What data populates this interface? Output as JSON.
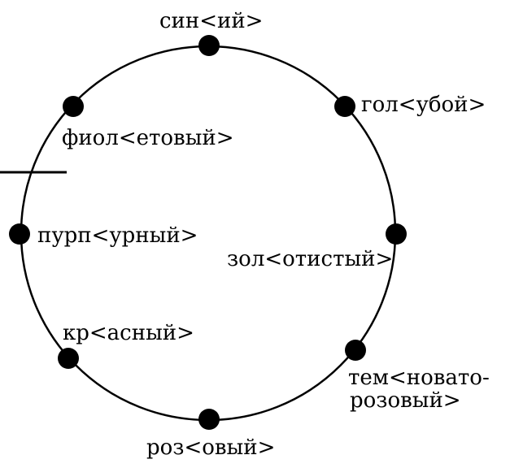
{
  "diagram": {
    "nodes": [
      {
        "id": "siniy",
        "label": "син<ий>"
      },
      {
        "id": "goluboy",
        "label": "гол<убой>"
      },
      {
        "id": "zolotistyy",
        "label": "зол<отистый>"
      },
      {
        "id": "temnovato_rozovyy",
        "label_line1": "тем<новато-",
        "label_line2": "розовый>"
      },
      {
        "id": "rozovyy",
        "label": "роз<овый>"
      },
      {
        "id": "krasnyy",
        "label": "кр<асный>"
      },
      {
        "id": "purpurnyy",
        "label": "пурп<урный>"
      },
      {
        "id": "fioletovyy",
        "label": "фиол<етовый>"
      }
    ]
  }
}
